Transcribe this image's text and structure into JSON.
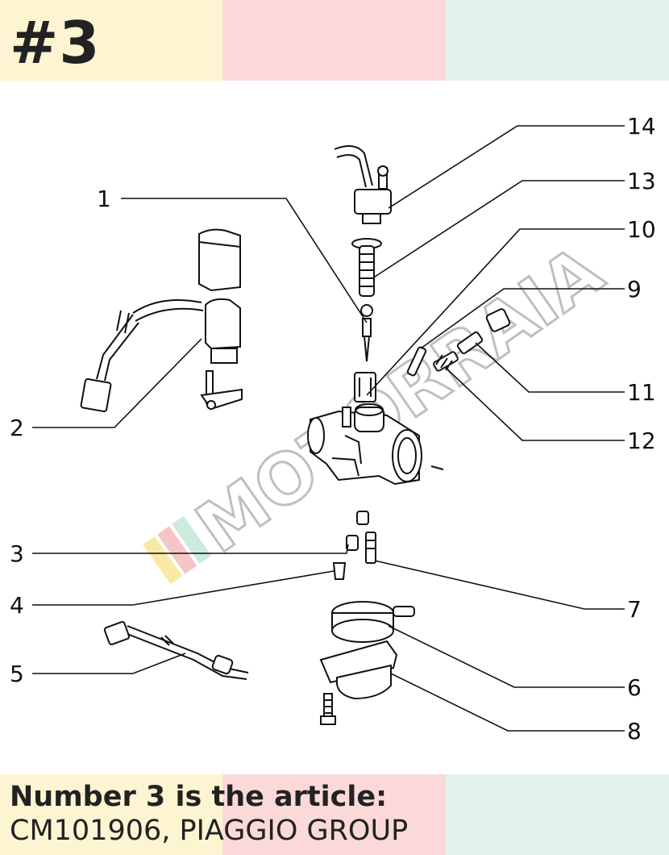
{
  "header": {
    "title": "#3"
  },
  "caption": {
    "line1": "Number 3 is the article:",
    "line2": "CM101906, PIAGGIO GROUP"
  },
  "watermark": {
    "text": "MOTORRAIA"
  },
  "colors": {
    "yellow": "#fdf5d2",
    "pink": "#fbd9d9",
    "mint": "#e3f3ec"
  },
  "callouts": [
    {
      "id": "14",
      "label": "14"
    },
    {
      "id": "13",
      "label": "13"
    },
    {
      "id": "10",
      "label": "10"
    },
    {
      "id": "1",
      "label": "1"
    },
    {
      "id": "9",
      "label": "9"
    },
    {
      "id": "11",
      "label": "11"
    },
    {
      "id": "12",
      "label": "12"
    },
    {
      "id": "2",
      "label": "2"
    },
    {
      "id": "3",
      "label": "3"
    },
    {
      "id": "4",
      "label": "4"
    },
    {
      "id": "7",
      "label": "7"
    },
    {
      "id": "5",
      "label": "5"
    },
    {
      "id": "6",
      "label": "6"
    },
    {
      "id": "8",
      "label": "8"
    }
  ]
}
